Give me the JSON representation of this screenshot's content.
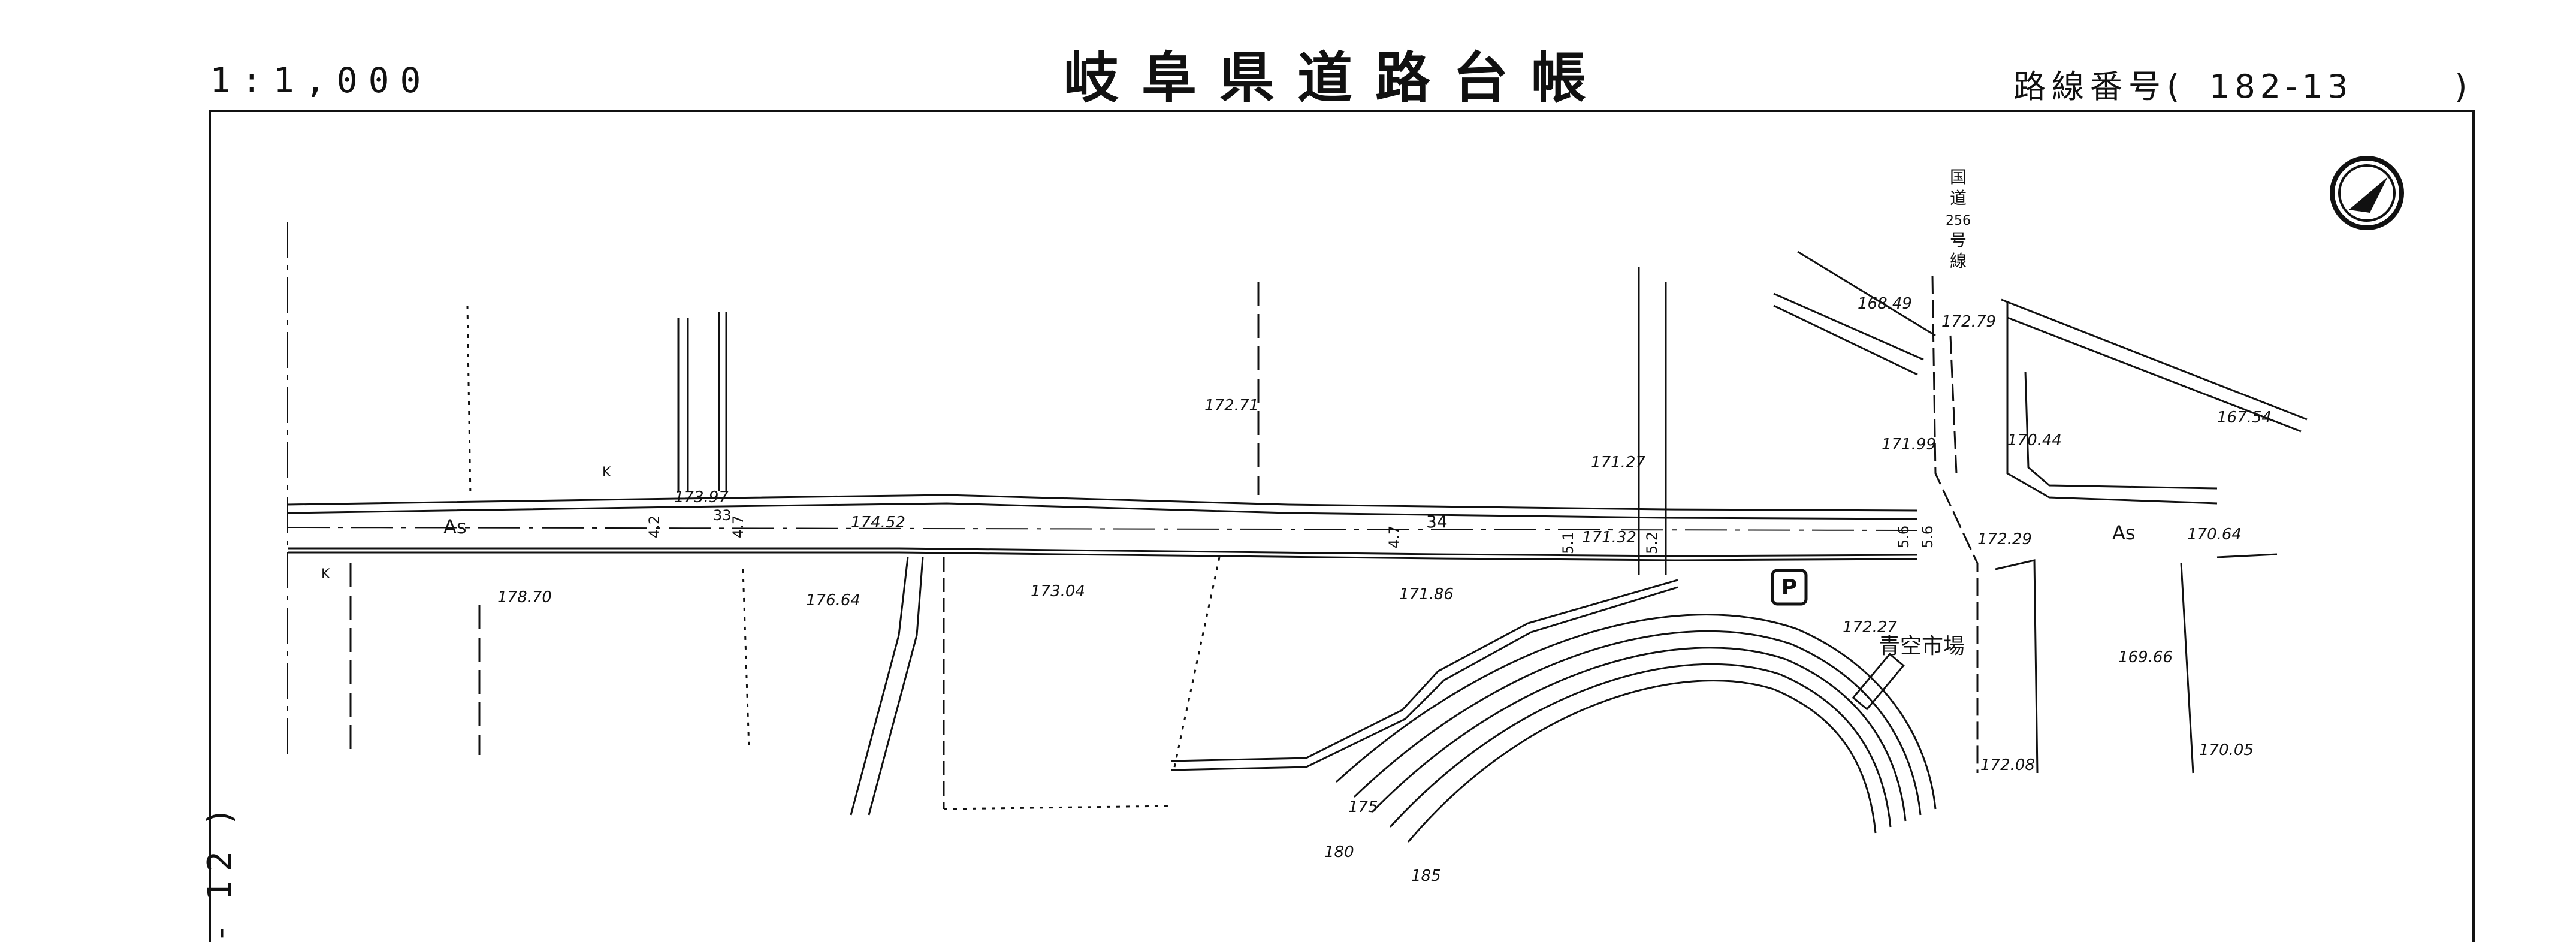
{
  "header": {
    "scale": "1:1,000",
    "title": "岐阜県道路台帳",
    "route_label": "路線番号(",
    "route_number": "182-13",
    "route_close": ")"
  },
  "sheet_ref": "- 12 )",
  "map": {
    "north_arrow": "north-arrow-icon",
    "national_road_label": [
      "国",
      "道",
      "256",
      "号",
      "線"
    ],
    "spot_elevations": [
      "168.49",
      "172.79",
      "172.71",
      "171.27",
      "171.99",
      "170.44",
      "167.54",
      "173.97",
      "174.52",
      "171.32",
      "172.29",
      "170.64",
      "178.70",
      "176.64",
      "173.04",
      "171.86",
      "172.27",
      "169.66",
      "172.08",
      "170.05"
    ],
    "surface_labels": [
      "As",
      "As"
    ],
    "marker_k": [
      "K",
      "K"
    ],
    "width_labels": [
      "4.2",
      "33",
      "4.7",
      "4.7",
      "34",
      "5.1",
      "5.2",
      "5.6",
      "5.6"
    ],
    "market_label": "青空市場",
    "parking_label": "P",
    "contour_labels": [
      "175",
      "180",
      "185"
    ]
  }
}
